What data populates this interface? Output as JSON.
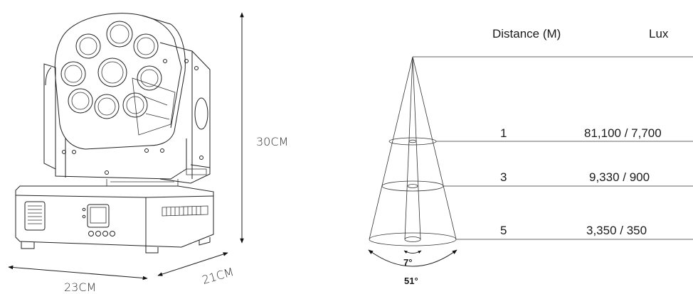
{
  "dimensions": {
    "height": "30CM",
    "width": "23CM",
    "depth": "21CM"
  },
  "table": {
    "headers": [
      "Distance (M)",
      "Lux"
    ],
    "rows": [
      {
        "distance": "1",
        "lux": "81,100 / 7,700"
      },
      {
        "distance": "3",
        "lux": "9,330 / 900"
      },
      {
        "distance": "5",
        "lux": "3,350 / 350"
      }
    ]
  },
  "beam_angles": {
    "narrow": "7°",
    "wide": "51°"
  }
}
